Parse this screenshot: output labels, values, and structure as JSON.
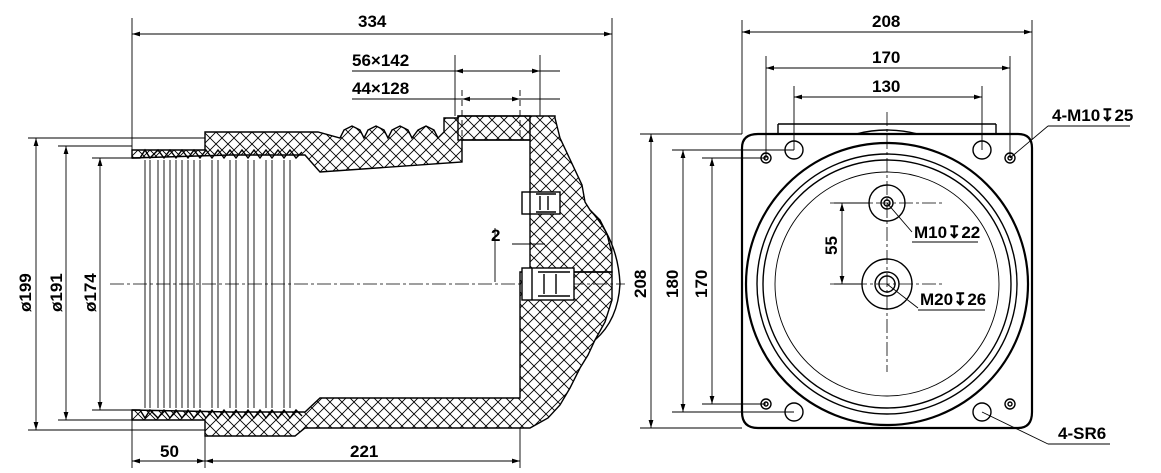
{
  "side_view": {
    "overall_length": "334",
    "bore_size_outer": "56×142",
    "bore_size_inner": "44×128",
    "gap": "2",
    "dia_outer": "ø199",
    "dia_mid": "ø191",
    "dia_inner": "ø174",
    "shed_length": "50",
    "body_length": "221"
  },
  "front_view": {
    "width": "208",
    "hole_pitch": "170",
    "inner_pitch": "130",
    "height": "208",
    "vert_180": "180",
    "vert_170": "170",
    "offset_55": "55",
    "tap_small": "M10",
    "tap_small_depth": "22",
    "tap_large": "M20",
    "tap_large_depth": "26",
    "corner_tap": "4-M10",
    "corner_tap_depth": "25",
    "slot_note": "4-SR6"
  },
  "symbols": {
    "depth": "↧"
  },
  "colors": {
    "line": "#000000",
    "background": "#ffffff"
  }
}
